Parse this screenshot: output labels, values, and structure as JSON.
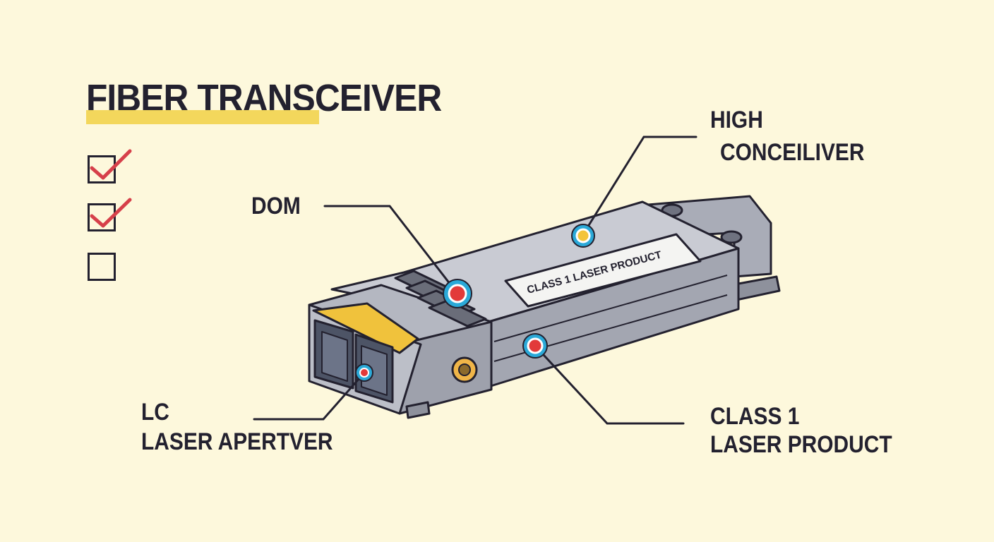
{
  "title": "FIBER TRANSCEIVER",
  "checklist": [
    {
      "checked": true
    },
    {
      "checked": true
    },
    {
      "checked": false
    }
  ],
  "labels": {
    "dom": "DOM",
    "high_line1": "HIGH",
    "high_line2": "CONCEILIVER",
    "lc_line1": "LC",
    "lc_line2": "LASER APERTVER",
    "class_line1": "CLASS 1",
    "class_line2": "LASER PRODUCT"
  },
  "module": {
    "sticker_text": "CLASS 1 LASER PRODUCT"
  },
  "colors": {
    "background": "#fdf8dc",
    "ink": "#23212f",
    "highlight": "#f3d75c",
    "check": "#d6404a",
    "metal_top": "#c9cbd3",
    "metal_side": "#9ea1ac",
    "metal_dark": "#7d808b",
    "port_yellow": "#f0c23c",
    "marker_ring": "#2ba9d8",
    "marker_red": "#e23a3a",
    "marker_yellow": "#f3c43a"
  }
}
